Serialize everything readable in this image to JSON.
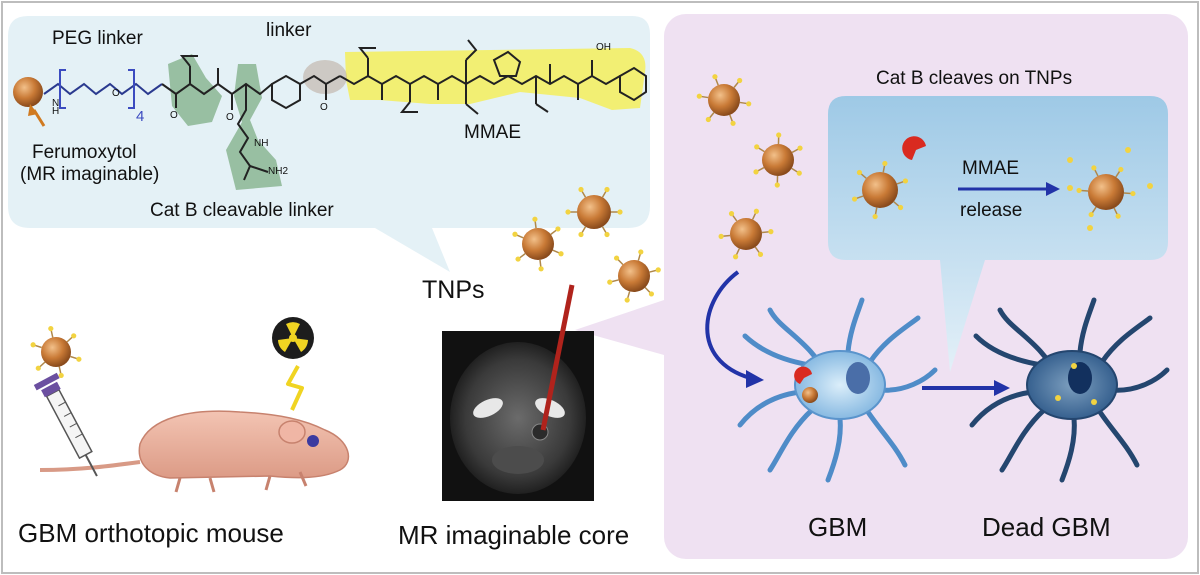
{
  "labels": {
    "peg_linker": "PEG linker",
    "linker": "linker",
    "subscript_4": "4",
    "ferumoxytol": "Ferumoxytol",
    "mr_imaginable_paren": "(MR imaginable)",
    "mmae": "MMAE",
    "cat_b_cleavable": "Cat B cleavable linker",
    "tnps": "TNPs",
    "cat_b_cleaves": "Cat B cleaves on TNPs",
    "mmae_release_1": "MMAE",
    "mmae_release_2": "release",
    "gbm_mouse": "GBM orthotopic mouse",
    "mr_core": "MR imaginable core",
    "gbm": "GBM",
    "dead_gbm": "Dead GBM",
    "atom_n": "N",
    "atom_h": "H",
    "atom_o": "O",
    "atom_oh": "OH",
    "atom_nh2": "NH2",
    "atom_nh": "NH"
  },
  "colors": {
    "left_bubble": "#e4f1f6",
    "right_panel": "#efe1f2",
    "inner_bubble_top": "#9ec9e6",
    "inner_bubble_bottom": "#e3f0f8",
    "nanoparticle": "#c97a36",
    "green_highlight": "#7fae86",
    "yellow_highlight": "#f4ef5c",
    "arrow_blue": "#2233a8",
    "cathepsin_red": "#d92a20",
    "gbm_cell": "#7fb4df",
    "dead_cell": "#2f5a8a",
    "pointer_red": "#b0231c",
    "radiation_bg": "#1d1d1d",
    "radiation_fg": "#f0d422"
  },
  "icons": {
    "nanoparticle": "nanoparticle-icon",
    "cathepsin": "cathepsin-b-icon",
    "radiation": "radiation-icon",
    "lightning": "lightning-icon",
    "syringe": "syringe-icon",
    "mouse": "mouse-icon",
    "mri": "mri-scan-image",
    "cell": "glioblastoma-cell-icon"
  }
}
